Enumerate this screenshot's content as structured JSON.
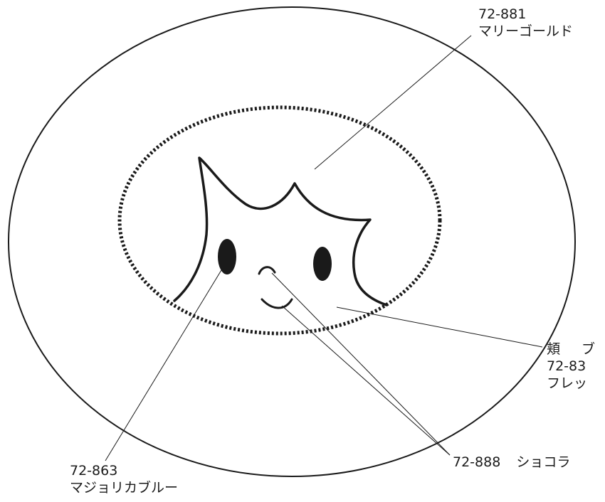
{
  "labels": {
    "top": {
      "code": "72-881",
      "name": "マリーゴールド"
    },
    "bottom_left": {
      "code": "72-863",
      "name": "マジョリカブルー"
    },
    "bottom_right": {
      "code": "72-888",
      "name": "ショコラ"
    },
    "right": {
      "part": "頬",
      "part_suffix": "ブ",
      "code": "72-83",
      "name": "フレッ"
    }
  },
  "colors": {
    "line": "#1a1a1a",
    "background": "#ffffff"
  }
}
